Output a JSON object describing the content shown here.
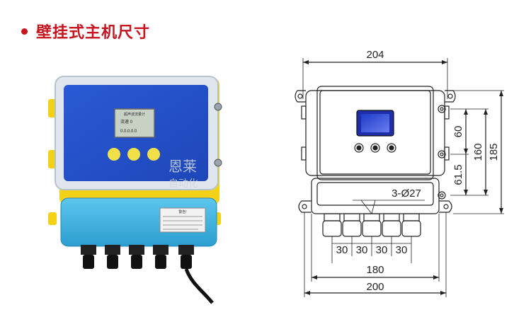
{
  "header": {
    "title": "壁挂式主机尺寸",
    "accent_color": "#c8141e"
  },
  "product_photo": {
    "watermark_line1": "恩莱",
    "watermark_line2": "自动化",
    "screen_header": "超声波流量计",
    "screen_line": "流速 0",
    "screen_value": "0.0.0.0.0",
    "label_title": "警告!"
  },
  "drawing": {
    "dims": {
      "top_width": "204",
      "height_60": "60",
      "height_61_5": "61.5",
      "height_160": "160",
      "height_185": "185",
      "hole_label": "3-Ø27",
      "spacing_1": "30",
      "spacing_2": "30",
      "spacing_3": "30",
      "spacing_4": "30",
      "width_180": "180",
      "width_200": "200"
    }
  }
}
